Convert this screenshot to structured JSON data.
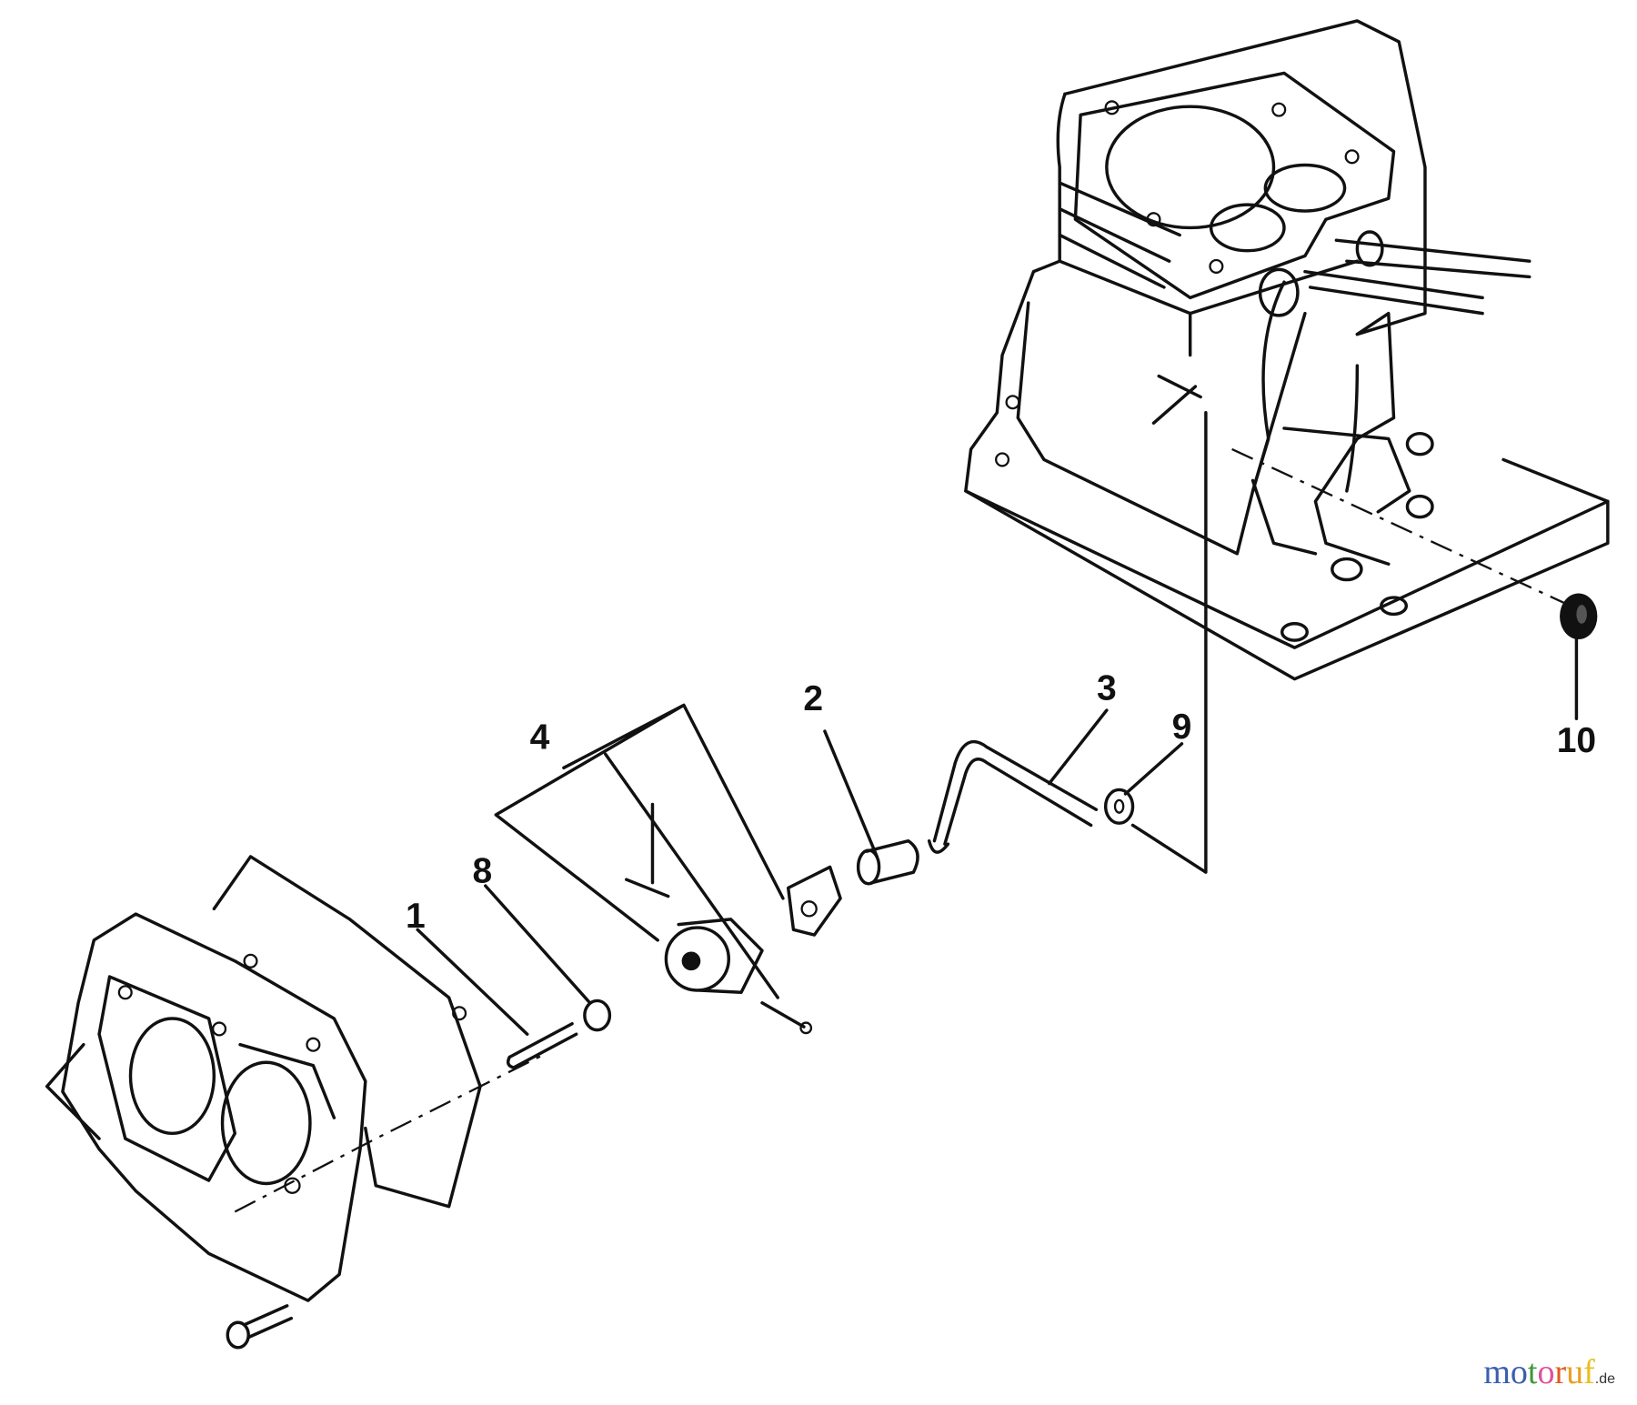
{
  "callouts": {
    "part_1": "1",
    "part_2": "2",
    "part_3": "3",
    "part_4": "4",
    "part_8": "8",
    "part_9": "9",
    "part_10": "10"
  },
  "watermark": {
    "text": "motoruf",
    "suffix": ".de",
    "letter_colors": [
      "#3a5fb0",
      "#3a5fb0",
      "#3c9a3c",
      "#e0509a",
      "#e05a20",
      "#e8a020",
      "#e8c020"
    ]
  }
}
